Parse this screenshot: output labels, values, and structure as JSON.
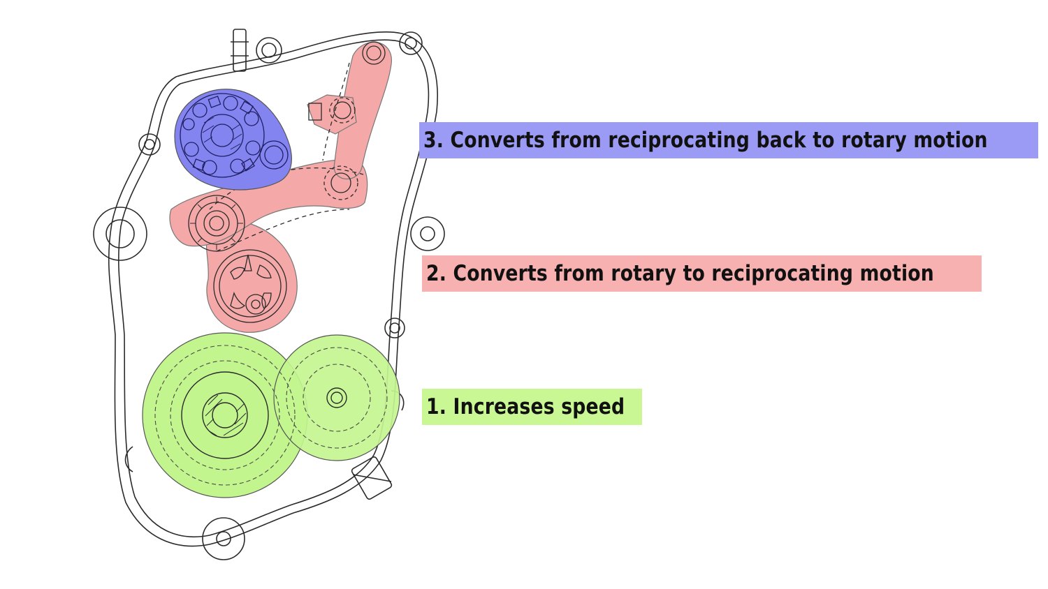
{
  "labels": {
    "stage_3": "3. Converts from reciprocating back to rotary motion",
    "stage_2": "2. Converts from rotary to reciprocating motion",
    "stage_1": "1. Increases speed"
  },
  "colors": {
    "stage_3_fill": "#9b9bf5",
    "stage_2_fill": "#f7b1b1",
    "stage_1_fill": "#c9f794",
    "stage_3_shape": "#8484f0",
    "stage_2_shape": "#f5a8a8",
    "stage_1_shape": "#c3f58f",
    "linework": "#2a2a2a"
  }
}
